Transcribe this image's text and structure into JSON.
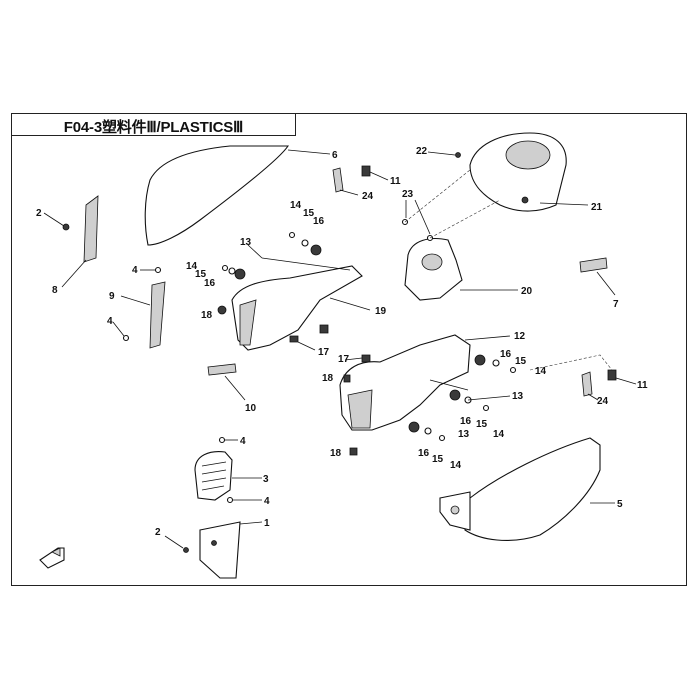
{
  "title": "F04-3塑料件Ⅲ/PLASTICSⅢ",
  "callouts": [
    "1",
    "2",
    "3",
    "4",
    "5",
    "6",
    "7",
    "8",
    "9",
    "10",
    "11",
    "12",
    "13",
    "14",
    "15",
    "16",
    "17",
    "18",
    "19",
    "20",
    "21",
    "22",
    "23",
    "24"
  ],
  "colors": {
    "line": "#111111",
    "shade": "#cfcfcf",
    "dark": "#3a3a3a"
  },
  "icons": [
    "front-direction-arrow-icon"
  ]
}
